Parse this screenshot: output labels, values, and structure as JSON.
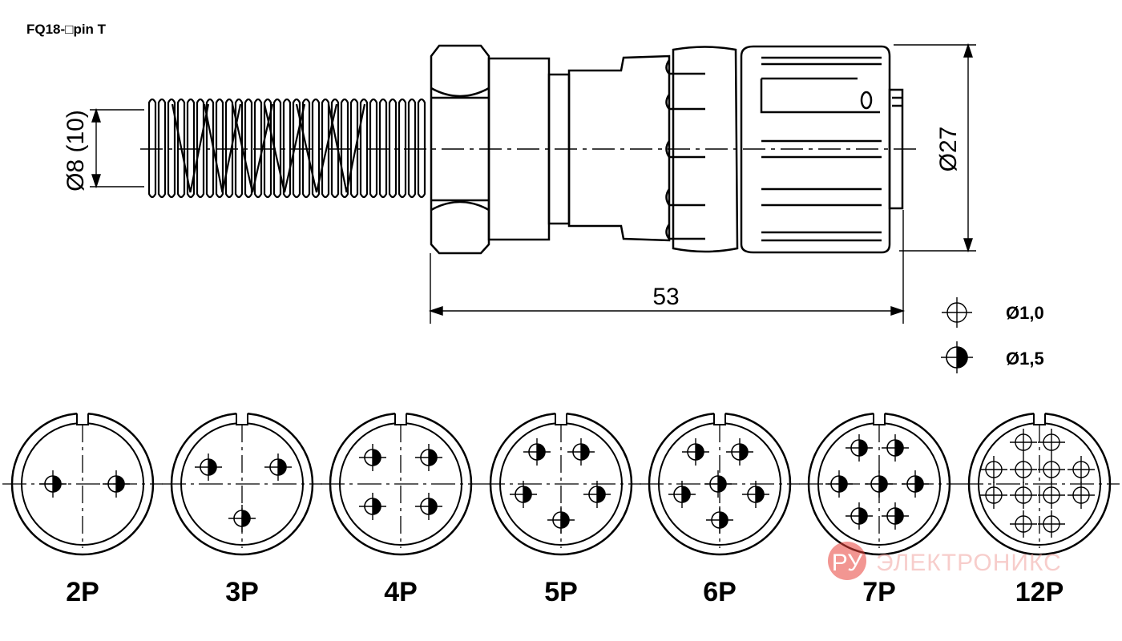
{
  "title": "FQ18-□pin T",
  "dimensions": {
    "cable_diameter": "Ø8 (10)",
    "body_diameter": "Ø27",
    "length": "53"
  },
  "legend": [
    {
      "symbol": "open-pin",
      "label": "Ø1,0"
    },
    {
      "symbol": "half-filled-pin",
      "label": "Ø1,5"
    }
  ],
  "pin_layouts": [
    {
      "label": "2P"
    },
    {
      "label": "3P"
    },
    {
      "label": "4P"
    },
    {
      "label": "5P"
    },
    {
      "label": "6P"
    },
    {
      "label": "7P"
    },
    {
      "label": "12P"
    }
  ],
  "watermark": {
    "logo": "РУ",
    "text": "ЭЛЕКТРОНИКС",
    "color": "#e8423a"
  }
}
